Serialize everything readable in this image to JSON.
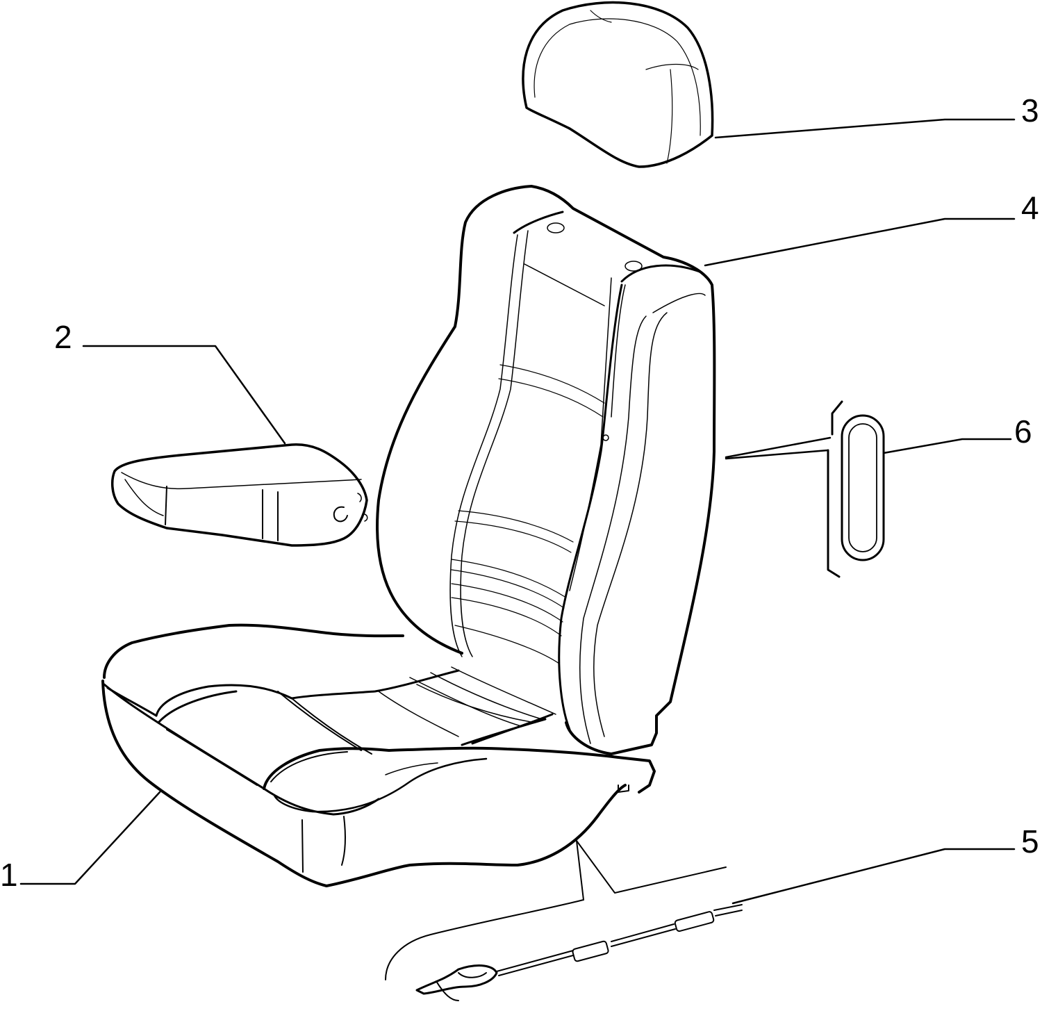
{
  "colors": {
    "line": "#000000",
    "background": "#ffffff"
  },
  "callouts": [
    {
      "id": "1",
      "label": "1",
      "part": "seat-cushion"
    },
    {
      "id": "2",
      "label": "2",
      "part": "armrest"
    },
    {
      "id": "3",
      "label": "3",
      "part": "headrest"
    },
    {
      "id": "4",
      "label": "4",
      "part": "backrest"
    },
    {
      "id": "5",
      "label": "5",
      "part": "cable"
    },
    {
      "id": "6",
      "label": "6",
      "part": "trim-bezel"
    }
  ]
}
